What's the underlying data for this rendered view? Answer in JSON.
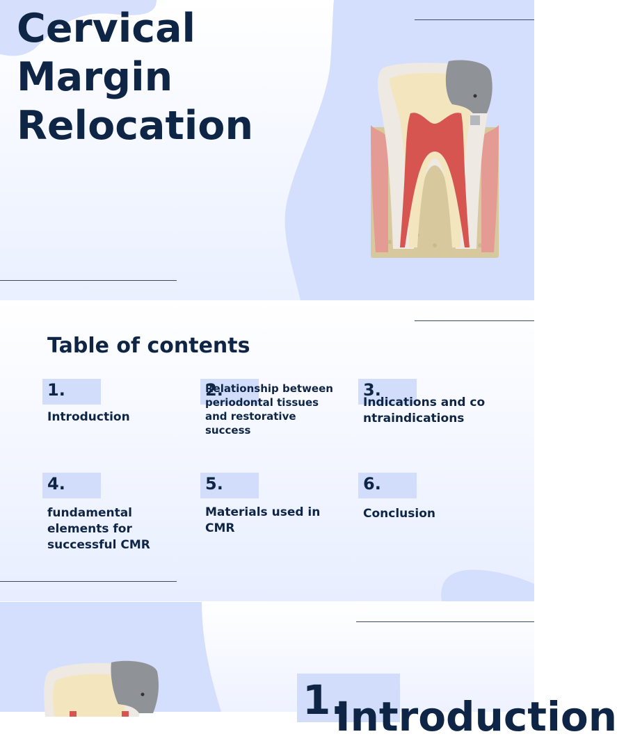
{
  "slide1": {
    "title_lines": [
      "Cervical",
      "Margin",
      "Relocation"
    ]
  },
  "slide2": {
    "heading": "Table of contents",
    "items": [
      {
        "number": "1.",
        "label": "Introduction"
      },
      {
        "number": "2.",
        "label": "Relationship between periodontal tissues and restorative success"
      },
      {
        "number": "3.",
        "label": "Indications and contraindications"
      },
      {
        "number": "4.",
        "label": "fundamental elements for successful CMR"
      },
      {
        "number": "5.",
        "label": "Materials used in CMR"
      },
      {
        "number": "6.",
        "label": "Conclusion"
      }
    ]
  },
  "slide3": {
    "number": "1.",
    "title": "Introduction"
  },
  "colors": {
    "accent": "#d2ddfc",
    "text": "#0f2545",
    "tooth_enamel": "#f3e6bf",
    "tooth_pulp": "#d65550",
    "gum": "#e39b93",
    "restoration": "#8f9398"
  },
  "icons": [
    "tooth-illustration"
  ]
}
